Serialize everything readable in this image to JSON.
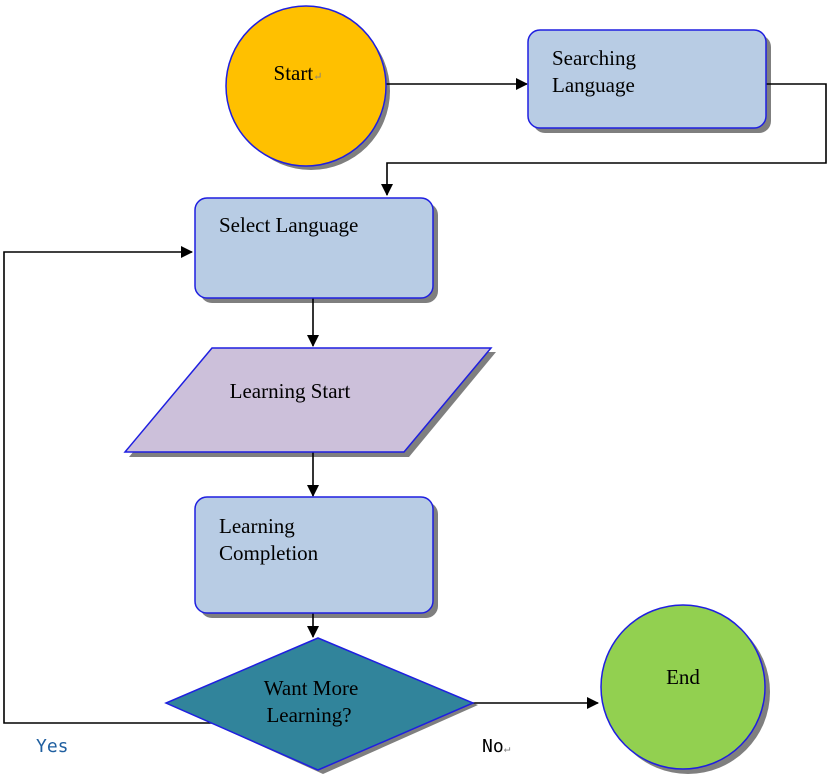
{
  "nodes": {
    "start": {
      "label": "Start",
      "mark": "↵"
    },
    "searching": {
      "line1": "Searching",
      "line2": "Language"
    },
    "select": {
      "label": "Select Language"
    },
    "learning_start": {
      "label": "Learning Start"
    },
    "completion": {
      "line1": "Learning",
      "line2": "Completion"
    },
    "decision": {
      "line1": "Want More",
      "line2": "Learning?"
    },
    "end": {
      "label": "End"
    }
  },
  "branches": {
    "yes": "Yes",
    "no": "No",
    "no_mark": "↵"
  },
  "colors": {
    "start_fill": "#ffc000",
    "end_fill": "#92d050",
    "box_fill": "#b8cce4",
    "box_stroke": "#1f1fe0",
    "parallelogram_fill": "#ccc0da",
    "decision_fill": "#31849b",
    "shadow": "#7f7f7f",
    "connector": "#000000",
    "yes_color": "#1f5fa0"
  }
}
